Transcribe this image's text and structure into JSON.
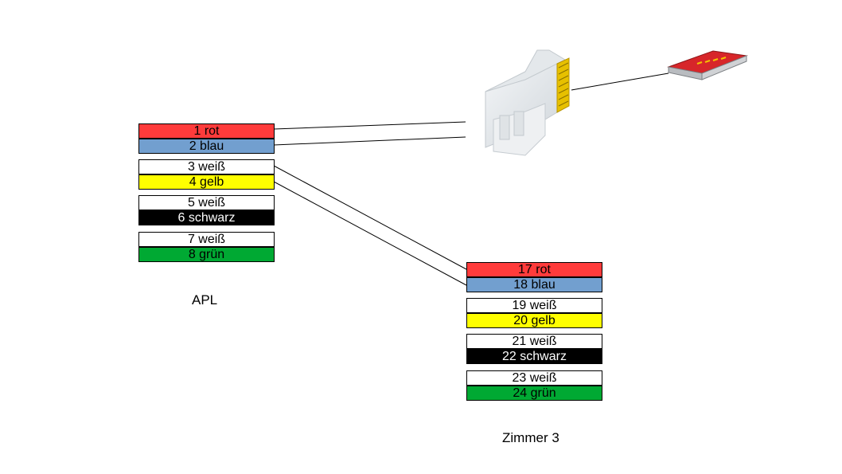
{
  "colors": {
    "rot": "#ff3b3b",
    "blau": "#729fcf",
    "weiss": "#ffffff",
    "gelb": "#ffff00",
    "schwarz": "#000000",
    "gruen": "#00a933"
  },
  "apl": {
    "label": "APL",
    "wires": [
      {
        "label": "1 rot",
        "color": "rot"
      },
      {
        "label": "2 blau",
        "color": "blau"
      },
      {
        "label": "3 weiß",
        "color": "weiss"
      },
      {
        "label": "4 gelb",
        "color": "gelb"
      },
      {
        "label": "5 weiß",
        "color": "weiss"
      },
      {
        "label": "6 schwarz",
        "color": "schwarz"
      },
      {
        "label": "7 weiß",
        "color": "weiss"
      },
      {
        "label": "8 grün",
        "color": "gruen"
      }
    ]
  },
  "zimmer3": {
    "label": "Zimmer 3",
    "wires": [
      {
        "label": "17 rot",
        "color": "rot"
      },
      {
        "label": "18 blau",
        "color": "blau"
      },
      {
        "label": "19 weiß",
        "color": "weiss"
      },
      {
        "label": "20 gelb",
        "color": "gelb"
      },
      {
        "label": "21 weiß",
        "color": "weiss"
      },
      {
        "label": "22 schwarz",
        "color": "schwarz"
      },
      {
        "label": "23 weiß",
        "color": "weiss"
      },
      {
        "label": "24 grün",
        "color": "gruen"
      }
    ]
  },
  "images": {
    "connector": "rj45-connector-icon",
    "router": "router-icon"
  }
}
